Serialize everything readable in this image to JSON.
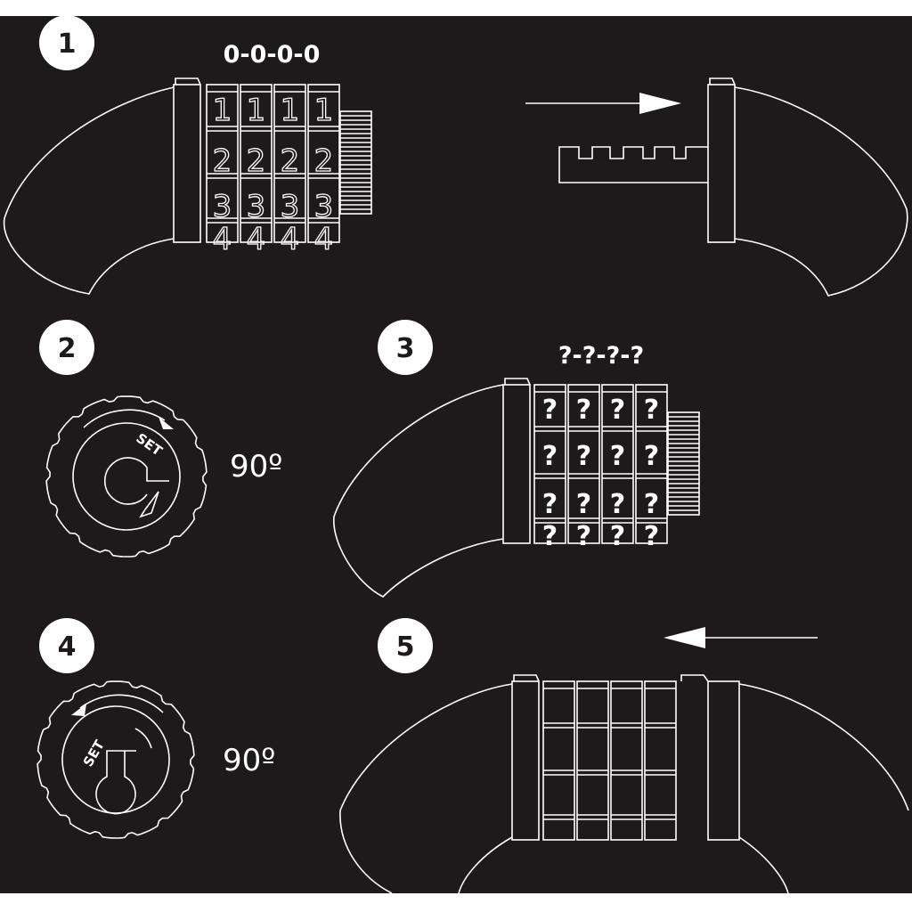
{
  "steps": {
    "s1": {
      "number": "1",
      "code": "0-0-0-0",
      "digits": [
        "1",
        "2",
        "3",
        "4"
      ]
    },
    "s2": {
      "number": "2",
      "dial_label": "SET",
      "angle": "90º"
    },
    "s3": {
      "number": "3",
      "code": "?-?-?-?",
      "digits": [
        "?",
        "?",
        "?",
        "?"
      ]
    },
    "s4": {
      "number": "4",
      "dial_label": "SET",
      "angle": "90º"
    },
    "s5": {
      "number": "5"
    }
  },
  "colors": {
    "background": "#1e1a1b",
    "line": "#ffffff"
  }
}
